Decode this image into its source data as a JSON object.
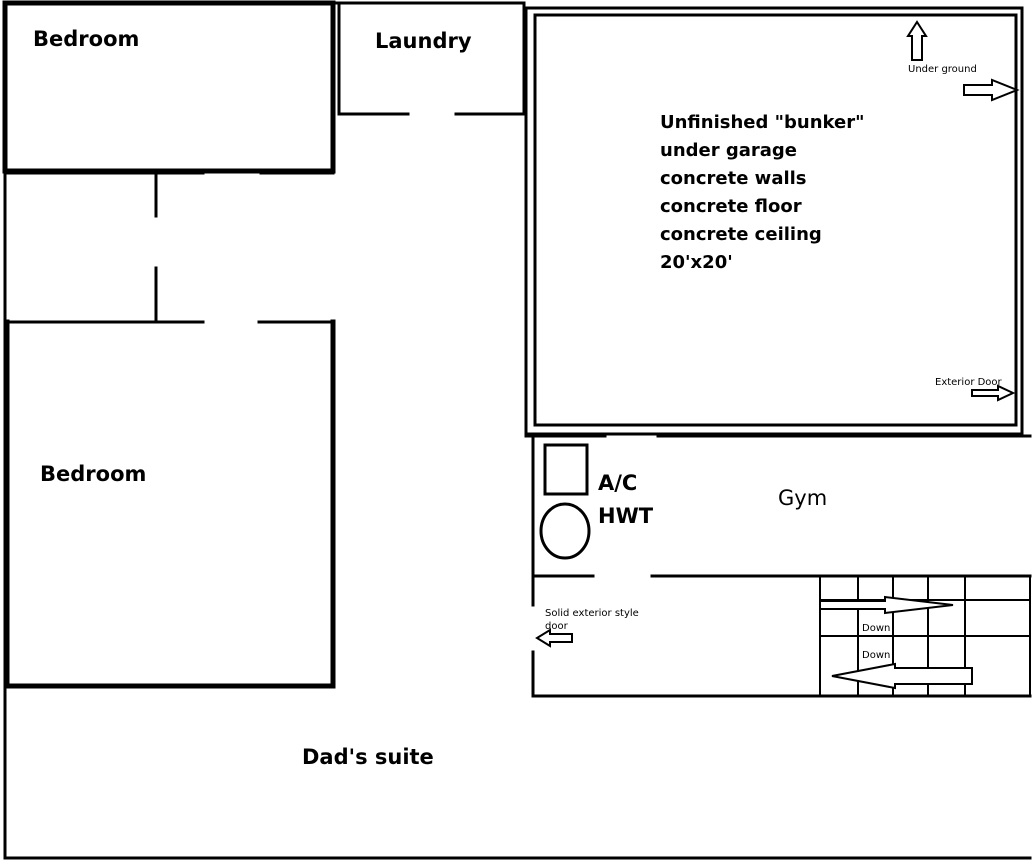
{
  "rooms": {
    "bedroom_top": "Bedroom",
    "laundry": "Laundry",
    "bedroom_bottom": "Bedroom",
    "gym": "Gym",
    "dads_suite": "Dad's suite"
  },
  "bunker": {
    "lines": [
      "Unfinished \"bunker\"",
      "under garage",
      "concrete walls",
      "concrete floor",
      "concrete ceiling",
      "20'x20'"
    ]
  },
  "utility": {
    "ac": "A/C",
    "hwt": "HWT"
  },
  "annotations": {
    "under_ground": "Under ground",
    "exterior_door": "Exterior Door",
    "solid_door_line1": "Solid exterior style",
    "solid_door_line2": "door",
    "down_1": "Down",
    "down_2": "Down"
  },
  "colors": {
    "wall": "#000000",
    "background": "#ffffff"
  }
}
